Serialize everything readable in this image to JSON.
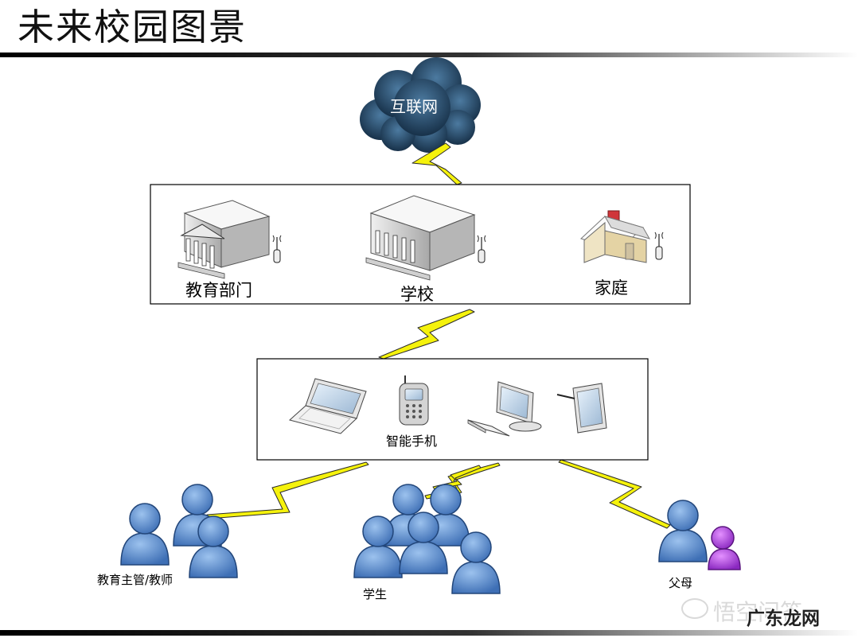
{
  "title": "未来校园图景",
  "cloud": {
    "label": "互联网"
  },
  "institutions": {
    "items": [
      {
        "label": "教育部门",
        "icon": "government-building-icon"
      },
      {
        "label": "学校",
        "icon": "school-building-icon"
      },
      {
        "label": "家庭",
        "icon": "house-icon"
      }
    ]
  },
  "devices": {
    "label": "智能手机",
    "items": [
      "laptop-icon",
      "smartphone-icon",
      "desktop-computer-icon",
      "tablet-icon"
    ]
  },
  "groups": {
    "items": [
      {
        "label": "教育主管/教师",
        "icon": "people-group-icon"
      },
      {
        "label": "学生",
        "icon": "people-group-icon"
      },
      {
        "label": "父母",
        "icon": "parent-child-icon"
      }
    ]
  },
  "watermark": {
    "text": "悟空问答"
  },
  "site_mark": {
    "text": "广东龙网"
  },
  "colors": {
    "cloud": "#1c3e5c",
    "lightning": "#f5f20c",
    "person": "#5b8fd0",
    "child": "#b040e0",
    "panel_border": "#000000"
  }
}
